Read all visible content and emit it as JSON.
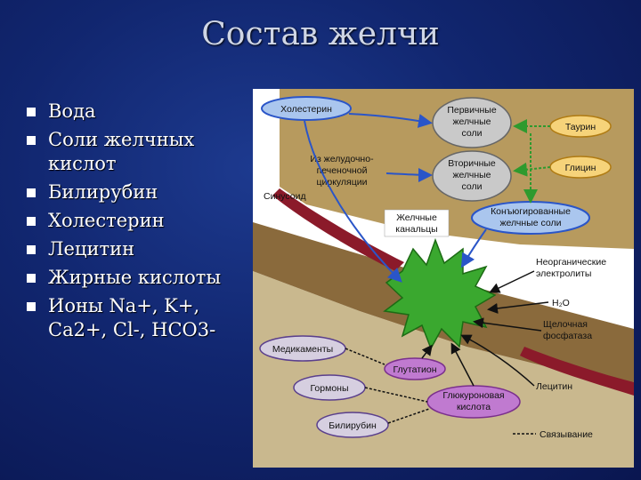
{
  "slide": {
    "title": "Состав желчи",
    "bullets": [
      {
        "text": "Вода"
      },
      {
        "text": "Соли желчных кислот"
      },
      {
        "text": "Билирубин"
      },
      {
        "text": "Холестерин"
      },
      {
        "text": "Лецитин"
      },
      {
        "text": "Жирные кислоты"
      },
      {
        "text": "Ионы Na+, K+, Ca2+, Cl-, HCO3-"
      }
    ]
  },
  "diagram": {
    "labels": {
      "cholesterol": "Холестерин",
      "primary_1": "Первичные",
      "primary_2": "желчные",
      "primary_3": "соли",
      "taurine": "Таурин",
      "enterohepatic_1": "Из желудочно-",
      "enterohepatic_2": "печеночной",
      "enterohepatic_3": "циркуляции",
      "secondary_1": "Вторичные",
      "secondary_2": "желчные",
      "secondary_3": "соли",
      "glycine": "Глицин",
      "sinusoid": "Синусоид",
      "conjugated_1": "Конъюгированные",
      "conjugated_2": "желчные соли",
      "canaliculi_1": "Желчные",
      "canaliculi_2": "канальцы",
      "inorganic_1": "Неорганические",
      "inorganic_2": "электролиты",
      "water": "H₂O",
      "alkaline_1": "Щелочная",
      "alkaline_2": "фосфатаза",
      "drugs": "Медикаменты",
      "glutathione": "Глутатион",
      "hormones": "Гормоны",
      "lecithin": "Лецитин",
      "glucuronic_1": "Глюкуроновая",
      "glucuronic_2": "кислота",
      "bilirubin": "Билирубин",
      "binding": "Связывание"
    }
  }
}
